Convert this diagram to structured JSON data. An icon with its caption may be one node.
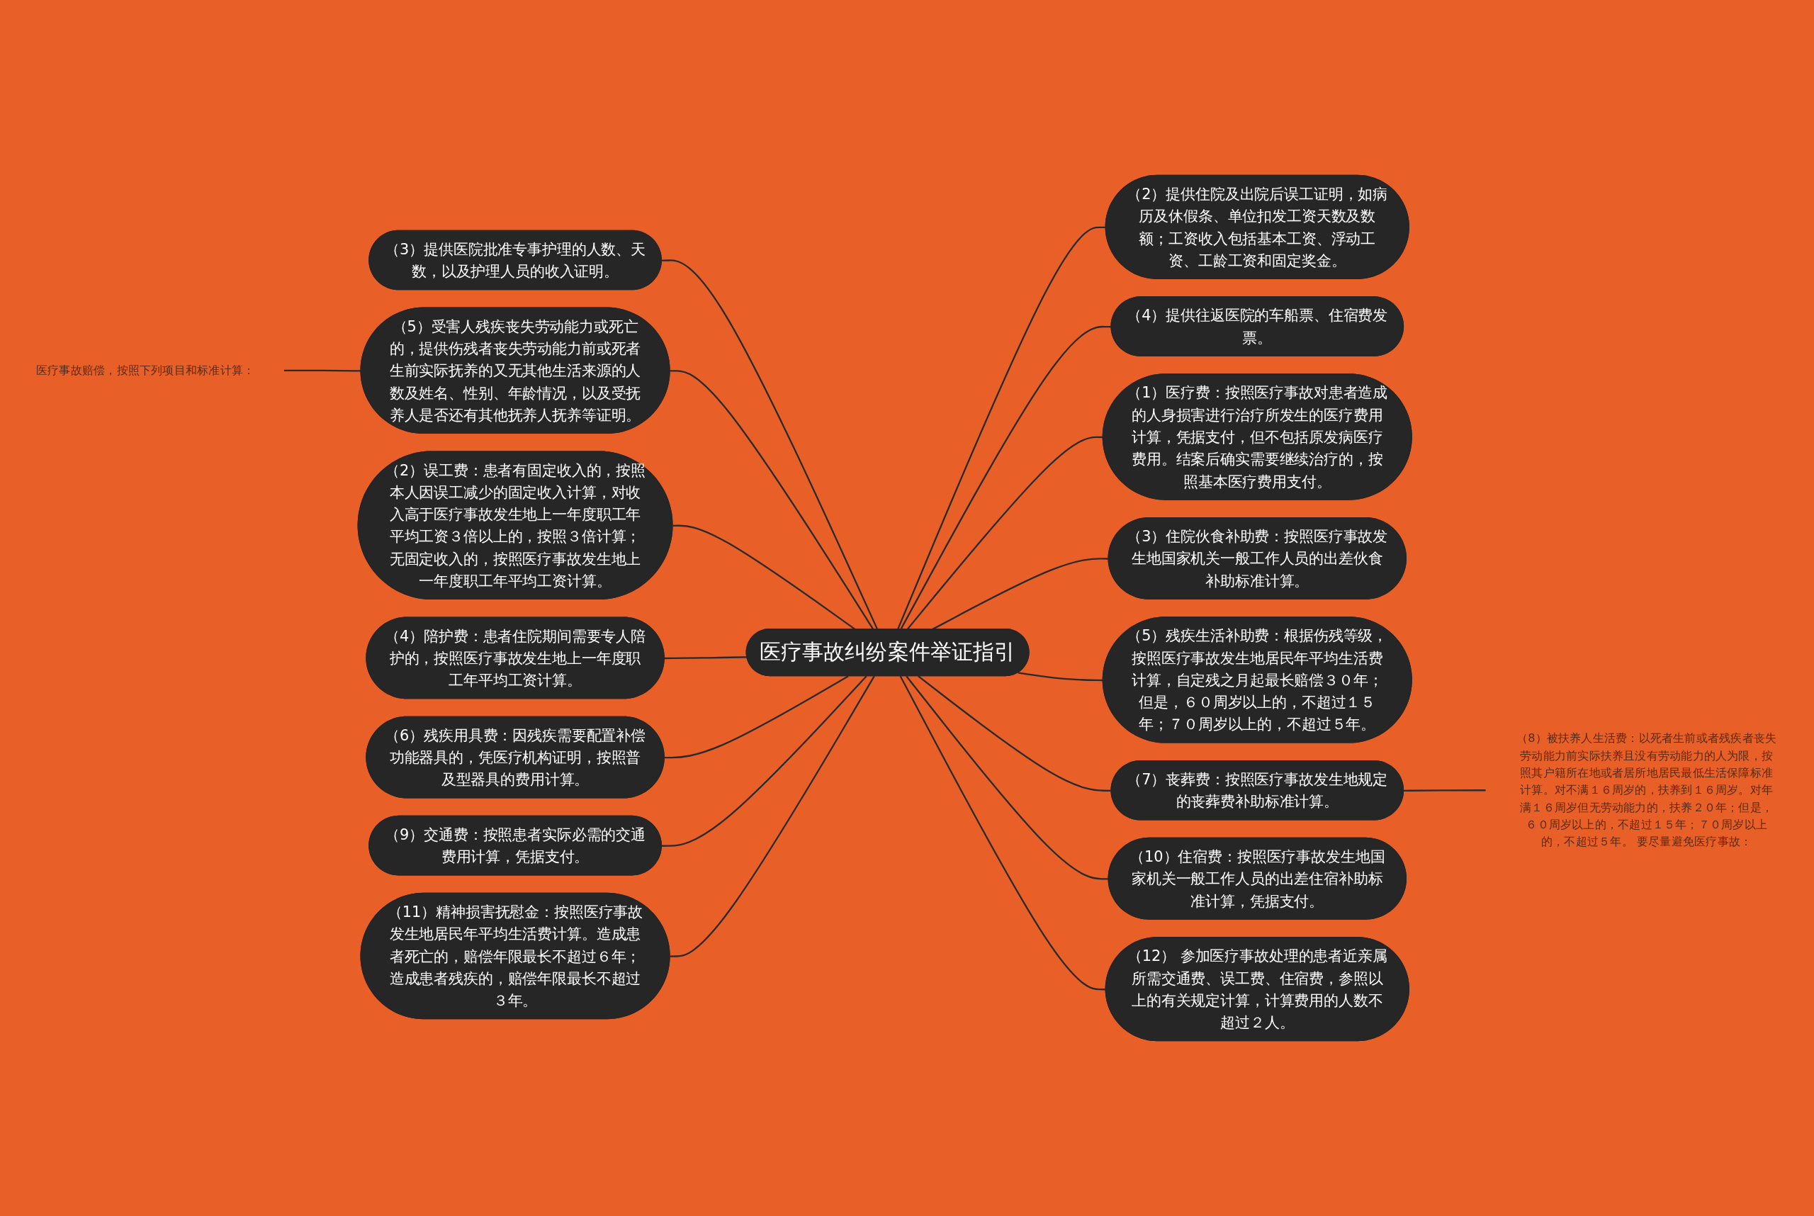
{
  "diagram": {
    "nodes": [
      {
        "text": [
          "医疗事故纠纷案件举证指引"
        ]
      },
      {
        "text": [
          "（3）提供医院批准专事护理的人数、天数，以及护理人员的收入证明。"
        ]
      },
      {
        "text": [
          "（5）受害人残疾丧失劳动能力或死亡的，提供伤残者丧失劳动能力前或死者生前实际抚养的又无其他生活来源的人数及姓名、性别、年龄情况，以及受抚养人是否还有其他抚养人抚养等证明。"
        ]
      },
      {
        "text": [
          "（2）误工费：患者有固定收入的，按照本人因误工减少的固定收入计算，对收入高于医疗事故发生地上一年度职工年平均工资３倍以上的，按照３倍计算；无固定收入的，按照医疗事故发生地上一年度职工年平均工资计算。"
        ]
      },
      {
        "text": [
          "（4）陪护费：患者住院期间需要专人陪护的，按照医疗事故发生地上一年度职工年平均工资计算。"
        ]
      },
      {
        "text": [
          "（6）残疾用具费：因残疾需要配置补偿功能器具的，凭医疗机构证明，按照普及型器具的费用计算。"
        ]
      },
      {
        "text": [
          "（9）交通费：按照患者实际必需的交通费用计算，凭据支付。"
        ]
      },
      {
        "text": [
          "（11）精神损害抚慰金：按照医疗事故发生地居民年平均生活费计算。造成患者死亡的，赔偿年限最长不超过６年；造成患者残疾的，赔偿年限最长不超过３年。"
        ]
      },
      {
        "text": [
          "医疗事故赔偿，按照下列项目和标准计算："
        ]
      },
      {
        "text": [
          "（2）提供住院及出院后误工证明，如病历及休假条、单位扣发工资天数及数额；工资收入包括基本工资、浮动工资、工龄工资和固定奖金。"
        ]
      },
      {
        "text": [
          "（4）提供往返医院的车船票、住宿费发票。"
        ]
      },
      {
        "text": [
          "（1）医疗费：按照医疗事故对患者造成的人身损害进行治疗所发生的医疗费用计算，凭据支付，但不包括原发病医疗费用。结案后确实需要继续治疗的，按照基本医疗费用支付。"
        ]
      },
      {
        "text": [
          "（3）住院伙食补助费：按照医疗事故发生地国家机关一般工作人员的出差伙食补助标准计算。"
        ]
      },
      {
        "text": [
          "（5）残疾生活补助费：根据伤残等级，按照医疗事故发生地居民年平均生活费计算，自定残之月起最长赔偿３０年；但是，６０周岁以上的，不超过１５年；７０周岁以上的，不超过５年。"
        ]
      },
      {
        "text": [
          "（7）丧葬费：按照医疗事故发生地规定的丧葬费补助标准计算。"
        ]
      },
      {
        "text": [
          "（10）住宿费：按照医疗事故发生地国家机关一般工作人员的出差住宿补助标准计算，凭据支付。"
        ]
      },
      {
        "text": [
          "（12） 参加医疗事故处理的患者近亲属所需交通费、误工费、住宿费，参照以上的有关规定计算，计算费用的人数不超过２人。"
        ]
      },
      {
        "text": [
          "（8）被扶养人生活费：以死者生前或者残疾者丧失劳动能力前实际扶养且没有劳动能力的人为限，按照其户籍所在地或者居所地居民最低生活保障标准计算。对不满１６周岁的，扶养到１６周岁。对年满１６周岁但无劳动能力的，扶养２０年；但是，６０周岁以上的，不超过１５年；７０周岁以上的，不超过５年。 要尽量避免医疗事故："
        ]
      }
    ],
    "edges": [
      {
        "from": 1,
        "to": 0,
        "arrow": "none"
      },
      {
        "from": 2,
        "to": 0,
        "arrow": "none"
      },
      {
        "from": 3,
        "to": 0,
        "arrow": "none"
      },
      {
        "from": 4,
        "to": 0,
        "arrow": "none"
      },
      {
        "from": 5,
        "to": 0,
        "arrow": "none"
      },
      {
        "from": 6,
        "to": 0,
        "arrow": "none"
      },
      {
        "from": 7,
        "to": 0,
        "arrow": "none"
      },
      {
        "from": 8,
        "to": 2,
        "arrow": "none"
      },
      {
        "from": 0,
        "to": 9,
        "arrow": "none"
      },
      {
        "from": 0,
        "to": 10,
        "arrow": "none"
      },
      {
        "from": 0,
        "to": 11,
        "arrow": "none"
      },
      {
        "from": 0,
        "to": 12,
        "arrow": "none"
      },
      {
        "from": 0,
        "to": 13,
        "arrow": "none"
      },
      {
        "from": 0,
        "to": 14,
        "arrow": "none"
      },
      {
        "from": 0,
        "to": 15,
        "arrow": "none"
      },
      {
        "from": 0,
        "to": 16,
        "arrow": "none"
      },
      {
        "from": 14,
        "to": 17,
        "arrow": "none"
      }
    ]
  }
}
